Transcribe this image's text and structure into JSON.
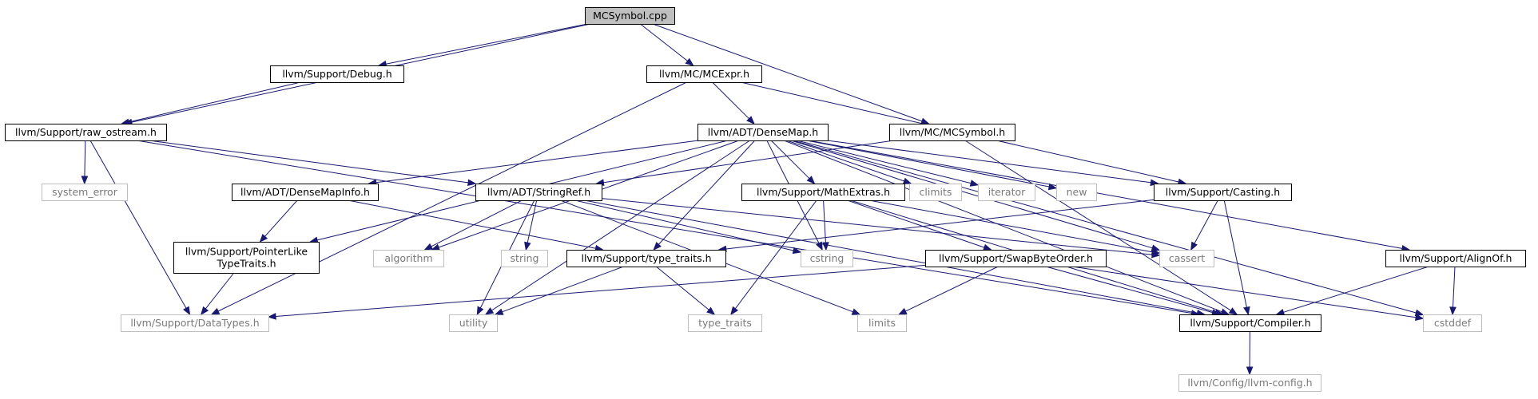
{
  "colors": {
    "edge": "#191970",
    "root_fill": "#bfbfbf",
    "node_border": "#000000",
    "missing_border": "#bfbfbf",
    "missing_text": "#7a7a7a"
  },
  "nodes": [
    {
      "id": "mcsymbol_cpp",
      "lines": [
        "MCSymbol.cpp"
      ],
      "kind": "root"
    },
    {
      "id": "debug_h",
      "lines": [
        "llvm/Support/Debug.h"
      ],
      "kind": "header"
    },
    {
      "id": "mcexpr_h",
      "lines": [
        "llvm/MC/MCExpr.h"
      ],
      "kind": "header"
    },
    {
      "id": "raw_ostream_h",
      "lines": [
        "llvm/Support/raw_ostream.h"
      ],
      "kind": "header"
    },
    {
      "id": "densemap_h",
      "lines": [
        "llvm/ADT/DenseMap.h"
      ],
      "kind": "header"
    },
    {
      "id": "mcsymbol_h",
      "lines": [
        "llvm/MC/MCSymbol.h"
      ],
      "kind": "header"
    },
    {
      "id": "system_error",
      "lines": [
        "system_error"
      ],
      "kind": "missing"
    },
    {
      "id": "densemapinfo_h",
      "lines": [
        "llvm/ADT/DenseMapInfo.h"
      ],
      "kind": "header"
    },
    {
      "id": "stringref_h",
      "lines": [
        "llvm/ADT/StringRef.h"
      ],
      "kind": "header"
    },
    {
      "id": "mathextras_h",
      "lines": [
        "llvm/Support/MathExtras.h"
      ],
      "kind": "header"
    },
    {
      "id": "climits",
      "lines": [
        "climits"
      ],
      "kind": "missing"
    },
    {
      "id": "iterator",
      "lines": [
        "iterator"
      ],
      "kind": "missing"
    },
    {
      "id": "new",
      "lines": [
        "new"
      ],
      "kind": "missing"
    },
    {
      "id": "casting_h",
      "lines": [
        "llvm/Support/Casting.h"
      ],
      "kind": "header"
    },
    {
      "id": "pointerlike_h",
      "lines": [
        "llvm/Support/PointerLike",
        "TypeTraits.h"
      ],
      "kind": "header"
    },
    {
      "id": "algorithm",
      "lines": [
        "algorithm"
      ],
      "kind": "missing"
    },
    {
      "id": "string",
      "lines": [
        "string"
      ],
      "kind": "missing"
    },
    {
      "id": "type_traits_h",
      "lines": [
        "llvm/Support/type_traits.h"
      ],
      "kind": "header"
    },
    {
      "id": "cstring",
      "lines": [
        "cstring"
      ],
      "kind": "missing"
    },
    {
      "id": "swapbyteorder_h",
      "lines": [
        "llvm/Support/SwapByteOrder.h"
      ],
      "kind": "header"
    },
    {
      "id": "cassert",
      "lines": [
        "cassert"
      ],
      "kind": "missing"
    },
    {
      "id": "alignof_h",
      "lines": [
        "llvm/Support/AlignOf.h"
      ],
      "kind": "header"
    },
    {
      "id": "datatypes_h",
      "lines": [
        "llvm/Support/DataTypes.h"
      ],
      "kind": "missing"
    },
    {
      "id": "utility",
      "lines": [
        "utility"
      ],
      "kind": "missing"
    },
    {
      "id": "type_traits",
      "lines": [
        "type_traits"
      ],
      "kind": "missing"
    },
    {
      "id": "limits",
      "lines": [
        "limits"
      ],
      "kind": "missing"
    },
    {
      "id": "compiler_h",
      "lines": [
        "llvm/Support/Compiler.h"
      ],
      "kind": "header"
    },
    {
      "id": "cstddef",
      "lines": [
        "cstddef"
      ],
      "kind": "missing"
    },
    {
      "id": "llvm_config_h",
      "lines": [
        "llvm/Config/llvm-config.h"
      ],
      "kind": "missing"
    }
  ],
  "edges": [
    [
      "mcsymbol_cpp",
      "debug_h"
    ],
    [
      "mcsymbol_cpp",
      "raw_ostream_h"
    ],
    [
      "mcsymbol_cpp",
      "mcexpr_h"
    ],
    [
      "mcsymbol_cpp",
      "mcsymbol_h"
    ],
    [
      "debug_h",
      "raw_ostream_h"
    ],
    [
      "mcexpr_h",
      "densemap_h"
    ],
    [
      "mcexpr_h",
      "datatypes_h"
    ],
    [
      "mcexpr_h",
      "casting_h"
    ],
    [
      "raw_ostream_h",
      "system_error"
    ],
    [
      "raw_ostream_h",
      "datatypes_h"
    ],
    [
      "raw_ostream_h",
      "stringref_h"
    ],
    [
      "raw_ostream_h",
      "compiler_h"
    ],
    [
      "mcsymbol_h",
      "stringref_h"
    ],
    [
      "mcsymbol_h",
      "compiler_h"
    ],
    [
      "densemap_h",
      "densemapinfo_h"
    ],
    [
      "densemap_h",
      "pointerlike_h"
    ],
    [
      "densemap_h",
      "algorithm"
    ],
    [
      "densemap_h",
      "utility"
    ],
    [
      "densemap_h",
      "cstring"
    ],
    [
      "densemap_h",
      "type_traits_h"
    ],
    [
      "densemap_h",
      "mathextras_h"
    ],
    [
      "densemap_h",
      "climits"
    ],
    [
      "densemap_h",
      "iterator"
    ],
    [
      "densemap_h",
      "new"
    ],
    [
      "densemap_h",
      "cassert"
    ],
    [
      "densemap_h",
      "casting_h"
    ],
    [
      "densemap_h",
      "compiler_h"
    ],
    [
      "densemap_h",
      "alignof_h"
    ],
    [
      "densemap_h",
      "cstddef"
    ],
    [
      "densemapinfo_h",
      "pointerlike_h"
    ],
    [
      "densemapinfo_h",
      "type_traits_h"
    ],
    [
      "pointerlike_h",
      "datatypes_h"
    ],
    [
      "stringref_h",
      "algorithm"
    ],
    [
      "stringref_h",
      "string"
    ],
    [
      "stringref_h",
      "utility"
    ],
    [
      "stringref_h",
      "cstring"
    ],
    [
      "stringref_h",
      "limits"
    ],
    [
      "stringref_h",
      "cassert"
    ],
    [
      "stringref_h",
      "compiler_h"
    ],
    [
      "mathextras_h",
      "cstring"
    ],
    [
      "mathextras_h",
      "swapbyteorder_h"
    ],
    [
      "mathextras_h",
      "type_traits"
    ],
    [
      "mathextras_h",
      "cassert"
    ],
    [
      "mathextras_h",
      "compiler_h"
    ],
    [
      "casting_h",
      "type_traits_h"
    ],
    [
      "casting_h",
      "cassert"
    ],
    [
      "casting_h",
      "compiler_h"
    ],
    [
      "type_traits_h",
      "utility"
    ],
    [
      "type_traits_h",
      "type_traits"
    ],
    [
      "swapbyteorder_h",
      "datatypes_h"
    ],
    [
      "swapbyteorder_h",
      "limits"
    ],
    [
      "swapbyteorder_h",
      "compiler_h"
    ],
    [
      "swapbyteorder_h",
      "cstddef"
    ],
    [
      "alignof_h",
      "compiler_h"
    ],
    [
      "alignof_h",
      "cstddef"
    ],
    [
      "compiler_h",
      "llvm_config_h"
    ]
  ]
}
